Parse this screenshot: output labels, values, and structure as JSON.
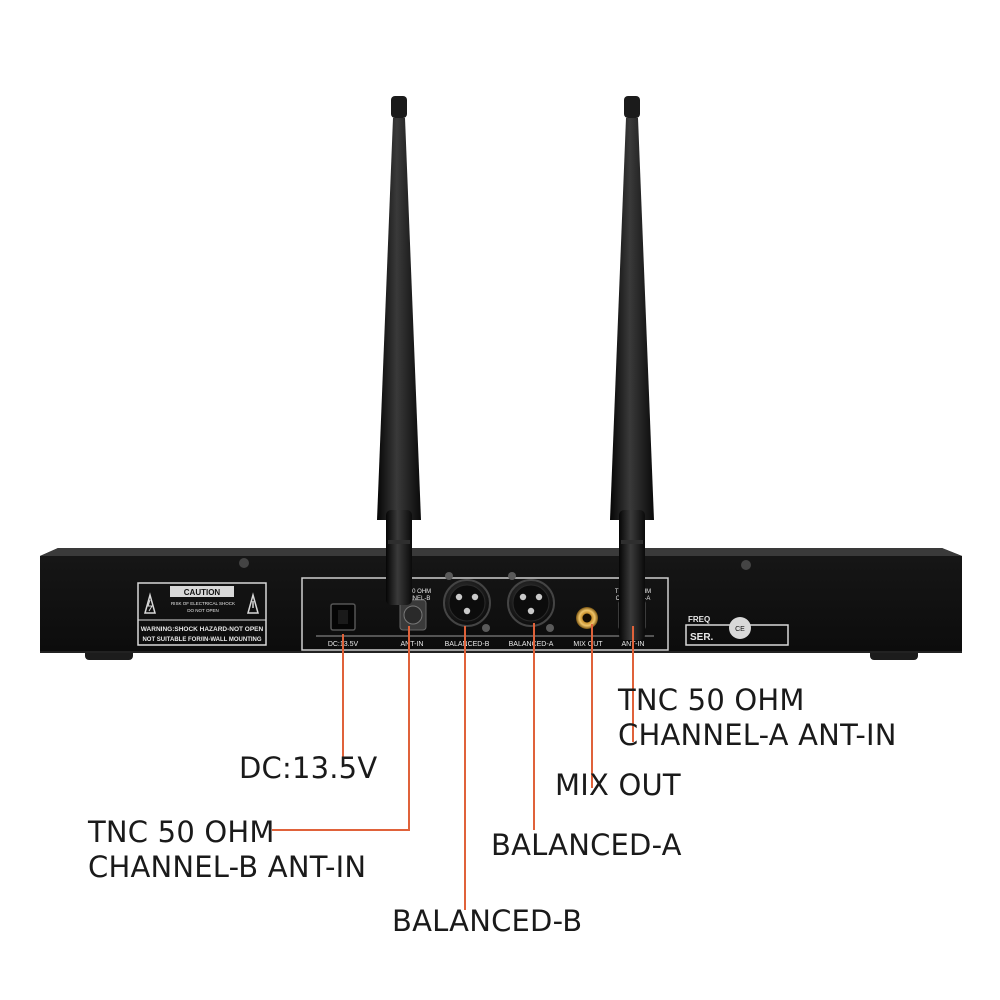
{
  "colors": {
    "leader": "#e0623a",
    "device": "#141414",
    "panel_print": "#e8e8e8",
    "label_text": "#1a1a1a"
  },
  "panel": {
    "caution_title": "CAUTION",
    "caution_line1": "RISK OF ELECTRICAL SHOCK",
    "caution_line2": "DO NOT OPEN",
    "warning_line1": "WARNING:SHOCK HAZARD-NOT OPEN",
    "warning_line2": "NOT SUITABLE FOR/IN-WALL MOUNTING",
    "dc_label": "DC:13.5V",
    "ant_in_b": "ANT-IN",
    "balanced_b": "BALANCED-B",
    "balanced_a": "BALANCED-A",
    "mix_out": "MIX OUT",
    "ant_in_a": "ANT-IN",
    "tnc_b_top": "TNC 50 OHM",
    "tnc_b_bottom": "CHANNEL-B",
    "tnc_a_top": "TNC 50 OHM",
    "tnc_a_bottom": "CHANNEL-A",
    "freq": "FREQ",
    "ser": "SER."
  },
  "callouts": {
    "tnc_a_line1": "TNC 50 OHM",
    "tnc_a_line2": "CHANNEL-A ANT-IN",
    "dc": "DC:13.5V",
    "mix_out": "MIX OUT",
    "tnc_b_line1": "TNC 50 OHM",
    "tnc_b_line2": "CHANNEL-B ANT-IN",
    "balanced_a": "BALANCED-A",
    "balanced_b": "BALANCED-B"
  }
}
